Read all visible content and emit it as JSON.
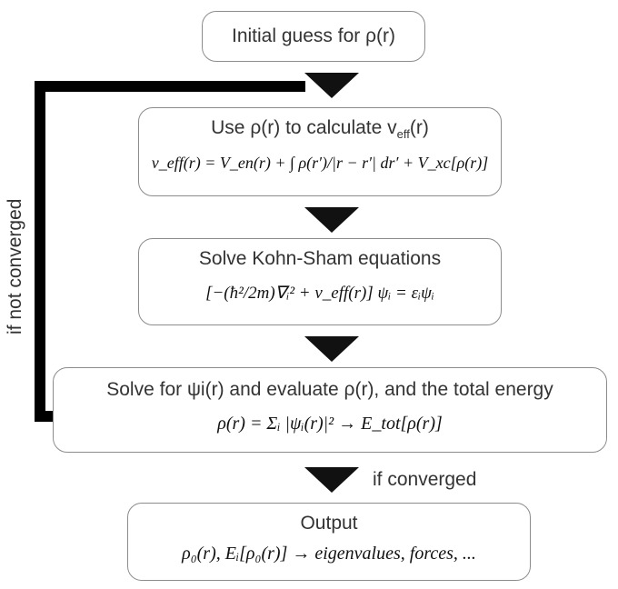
{
  "steps": [
    {
      "heading": "Initial guess for ρ(r)"
    },
    {
      "heading": "Use ρ(r) to calculate v",
      "heading_sub": "eff",
      "heading_tail": "(r)",
      "equation": "v_eff(r) = V_en(r) + ∫ ρ(r′)/|r − r′| dr′ + V_xc[ρ(r)]"
    },
    {
      "heading": "Solve Kohn-Sham equations",
      "equation": "[−(ħ²/2m)∇ᵢ² + v_eff(r)] ψᵢ = εᵢψᵢ"
    },
    {
      "heading": "Solve for ψi(r) and evaluate ρ(r), and the total energy",
      "equation": "ρ(r) = Σᵢ |ψᵢ(r)|² → E_tot[ρ(r)]"
    },
    {
      "heading": "Output",
      "equation": "ρ₀(r), Eᵢ[ρ₀(r)] → eigenvalues, forces, ..."
    }
  ],
  "labels": {
    "loop": "if not converged",
    "converged": "if converged"
  }
}
